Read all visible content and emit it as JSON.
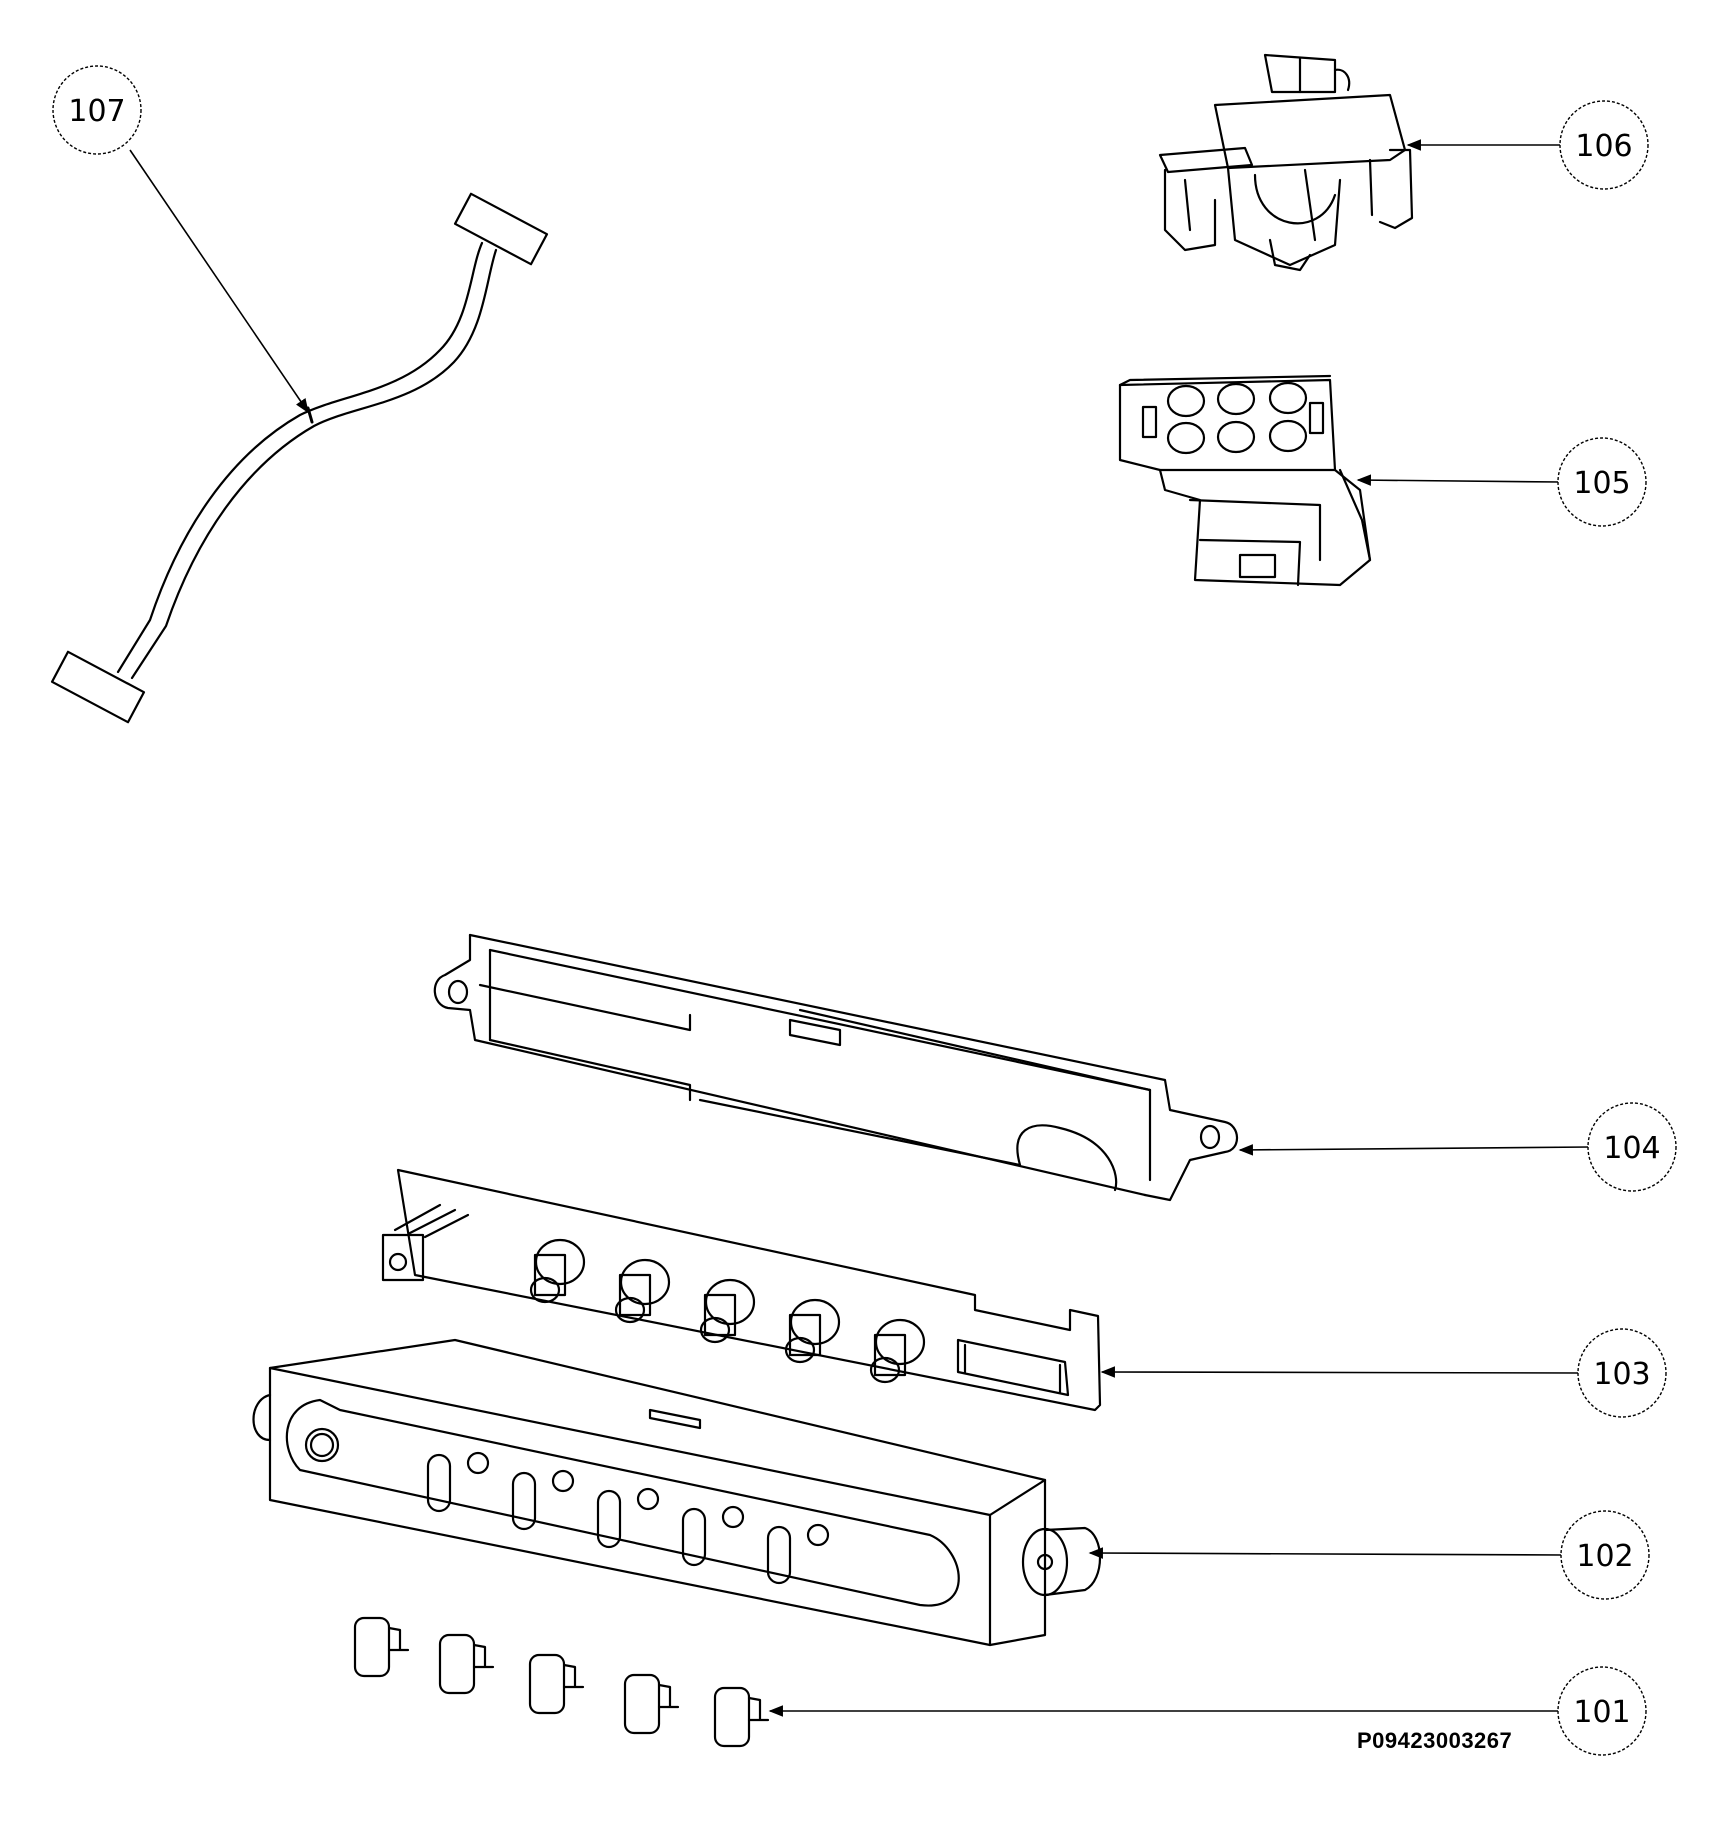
{
  "callouts": [
    {
      "id": "c107",
      "label": "107"
    },
    {
      "id": "c106",
      "label": "106"
    },
    {
      "id": "c105",
      "label": "105"
    },
    {
      "id": "c104",
      "label": "104"
    },
    {
      "id": "c103",
      "label": "103"
    },
    {
      "id": "c102",
      "label": "102"
    },
    {
      "id": "c101",
      "label": "101"
    }
  ],
  "reference_code": "P09423003267"
}
